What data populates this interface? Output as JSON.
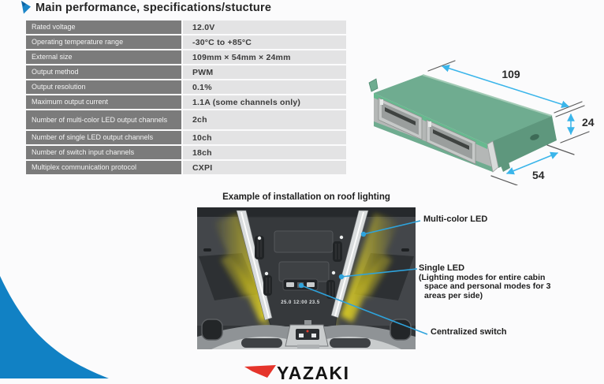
{
  "title": {
    "text": "Main performance, specifications/stucture",
    "marker_color": "#1b86c8"
  },
  "spec_table": {
    "label_bg": "#7b7b7b",
    "value_bg": "#e3e3e4",
    "rows": [
      {
        "label": "Rated voltage",
        "value": "12.0V",
        "tall": false
      },
      {
        "label": "Operating temperature range",
        "value": "-30°C to +85°C",
        "tall": false
      },
      {
        "label": "External size",
        "value": "109mm × 54mm × 24mm",
        "tall": false
      },
      {
        "label": "Output method",
        "value": "PWM",
        "tall": false
      },
      {
        "label": "Output resolution",
        "value": "0.1%",
        "tall": false
      },
      {
        "label": "Maximum output current",
        "value": "1.1A (some channels only)",
        "tall": false
      },
      {
        "label": "Number of multi-color LED output channels",
        "value": "2ch",
        "tall": true
      },
      {
        "label": "Number of single LED output channels",
        "value": "10ch",
        "tall": false
      },
      {
        "label": "Number of switch input channels",
        "value": "18ch",
        "tall": false
      },
      {
        "label": "Multiplex communication protocol",
        "value": "CXPI",
        "tall": false
      }
    ]
  },
  "device_figure": {
    "dim_length": "109",
    "dim_height": "24",
    "dim_depth": "54",
    "arrow_color": "#3ab5ea",
    "body_color": "#6fac90"
  },
  "installation": {
    "caption": "Example of installation on roof lighting",
    "display_text": "25.0  12:00  23.5",
    "callout_color": "#2ea3dc",
    "callouts": [
      {
        "label": "Multi-color LED"
      },
      {
        "label": "Single LED",
        "sub": [
          "(Lighting modes for entire cabin",
          "space and personal modes for 3",
          "areas per side)"
        ]
      },
      {
        "label": "Centralized switch"
      }
    ]
  },
  "footer": {
    "brand": "YAZAKI",
    "logo_color": "#e5342b"
  },
  "corner_accent_color": "#1181c4"
}
